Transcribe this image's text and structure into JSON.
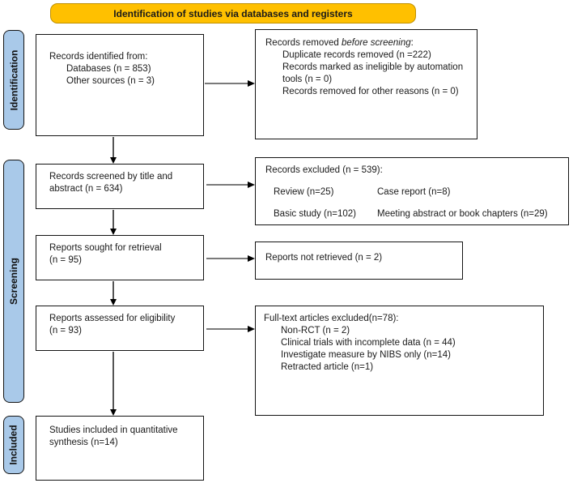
{
  "banner": {
    "label": "Identification of studies via databases and registers"
  },
  "colors": {
    "banner_fill": "#FFC000",
    "banner_border": "#BF9000",
    "stage_fill": "#A9C9E9",
    "box_border": "#141414"
  },
  "stages": {
    "identification": "Identification",
    "screening": "Screening",
    "included": "Included"
  },
  "boxes": {
    "records_identified": {
      "title": "Records identified from:",
      "items": [
        "Databases (n = 853)",
        "Other sources (n = 3)"
      ]
    },
    "records_removed": {
      "title_prefix": "Records removed ",
      "title_italic": "before screening",
      "title_suffix": ":",
      "items": [
        "Duplicate records removed (n =222)",
        "Records marked as ineligible by automation tools (n = 0)",
        "Records removed for other reasons (n = 0)"
      ]
    },
    "records_screened": {
      "text": "Records screened by title and abstract (n = 634)"
    },
    "records_excluded": {
      "title": "Records excluded (n = 539):",
      "rows": [
        {
          "left": "Review (n=25)",
          "right": "Case report (n=8)"
        },
        {
          "left": "Basic study (n=102)",
          "right": "Meeting abstract or book chapters (n=29)"
        }
      ]
    },
    "reports_sought": {
      "line1": "Reports sought for retrieval",
      "line2": "(n = 95)"
    },
    "reports_not_retrieved": {
      "text": "Reports not retrieved (n = 2)"
    },
    "reports_assessed": {
      "line1": "Reports assessed for eligibility",
      "line2": "(n = 93)"
    },
    "fulltext_excluded": {
      "title": "Full-text articles excluded(n=78):",
      "items": [
        "Non-RCT (n = 2)",
        "Clinical trials with incomplete data (n = 44)",
        "Investigate measure by NIBS only (n=14)",
        "Retracted article (n=1)"
      ]
    },
    "studies_included": {
      "text": "Studies included in quantitative synthesis (n=14)"
    }
  }
}
